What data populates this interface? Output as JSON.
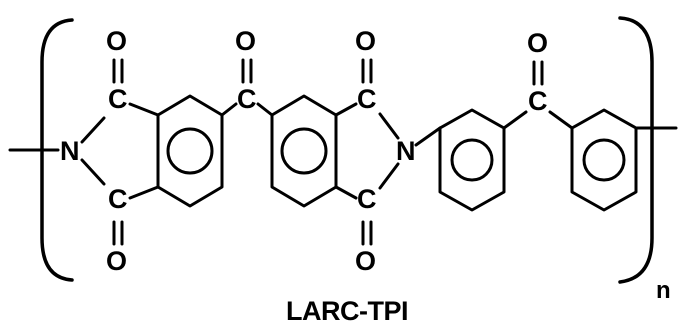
{
  "diagram": {
    "caption": "LARC-TPI",
    "repeat_subscript": "n",
    "atoms": {
      "oxygen": "O",
      "carbon": "C",
      "nitrogen": "N"
    }
  }
}
